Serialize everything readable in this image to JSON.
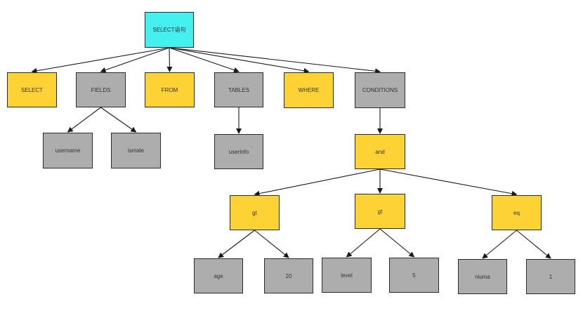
{
  "colors": {
    "root": "#45f0f0",
    "keyword": "#fdd235",
    "value": "#adadad",
    "edge": "#1a1a1a",
    "border": "#2b2b2b"
  },
  "nodes": {
    "root": {
      "label": "SELECT语句",
      "kind": "root"
    },
    "select": {
      "label": "SELECT",
      "kind": "keyword"
    },
    "fields": {
      "label": "FIELDS",
      "kind": "value"
    },
    "from": {
      "label": "FROM",
      "kind": "keyword"
    },
    "tables": {
      "label": "TABLES",
      "kind": "value"
    },
    "where": {
      "label": "WHERE",
      "kind": "keyword"
    },
    "conditions": {
      "label": "CONDITIONS",
      "kind": "value"
    },
    "username": {
      "label": "username",
      "kind": "value"
    },
    "ismale": {
      "label": "ismale",
      "kind": "value"
    },
    "userinfo": {
      "label": "userinfo",
      "kind": "value"
    },
    "and": {
      "label": "and",
      "kind": "keyword"
    },
    "gt1": {
      "label": "gt",
      "kind": "keyword"
    },
    "gt2": {
      "label": "gt",
      "kind": "keyword"
    },
    "eq": {
      "label": "eq",
      "kind": "keyword"
    },
    "age": {
      "label": "age",
      "kind": "value"
    },
    "v20": {
      "label": "20",
      "kind": "value"
    },
    "level": {
      "label": "level",
      "kind": "value"
    },
    "v5": {
      "label": "5",
      "kind": "value"
    },
    "niuma": {
      "label": "niuma",
      "kind": "value"
    },
    "v1": {
      "label": "1",
      "kind": "value"
    }
  },
  "edges": [
    [
      "root",
      "select"
    ],
    [
      "root",
      "fields"
    ],
    [
      "root",
      "from"
    ],
    [
      "root",
      "tables"
    ],
    [
      "root",
      "where"
    ],
    [
      "root",
      "conditions"
    ],
    [
      "fields",
      "username"
    ],
    [
      "fields",
      "ismale"
    ],
    [
      "tables",
      "userinfo"
    ],
    [
      "conditions",
      "and"
    ],
    [
      "and",
      "gt1"
    ],
    [
      "and",
      "gt2"
    ],
    [
      "and",
      "eq"
    ],
    [
      "gt1",
      "age"
    ],
    [
      "gt1",
      "v20"
    ],
    [
      "gt2",
      "level"
    ],
    [
      "gt2",
      "v5"
    ],
    [
      "eq",
      "niuma"
    ],
    [
      "eq",
      "v1"
    ]
  ]
}
